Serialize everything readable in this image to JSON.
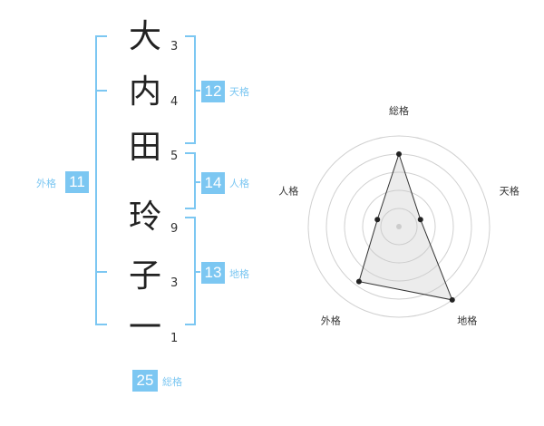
{
  "name_chars": [
    {
      "char": "大",
      "strokes": "3"
    },
    {
      "char": "内",
      "strokes": "4"
    },
    {
      "char": "田",
      "strokes": "5"
    },
    {
      "char": "玲",
      "strokes": "9"
    },
    {
      "char": "子",
      "strokes": "3"
    },
    {
      "char": "一",
      "strokes": "1"
    }
  ],
  "kaku": {
    "tenkaku": {
      "value": "12",
      "label": "天格"
    },
    "jinkaku": {
      "value": "14",
      "label": "人格"
    },
    "chikaku": {
      "value": "13",
      "label": "地格"
    },
    "gaikaku": {
      "value": "11",
      "label": "外格"
    },
    "soukaku": {
      "value": "25",
      "label": "総格"
    }
  },
  "colors": {
    "accent": "#7cc7f2",
    "text": "#222222"
  },
  "chart_data": {
    "type": "radar",
    "axes": [
      "総格",
      "天格",
      "地格",
      "外格",
      "人格"
    ],
    "values": [
      0.8,
      0.25,
      1.0,
      0.75,
      0.25
    ],
    "scale_max": 1.0,
    "rings": 5
  }
}
